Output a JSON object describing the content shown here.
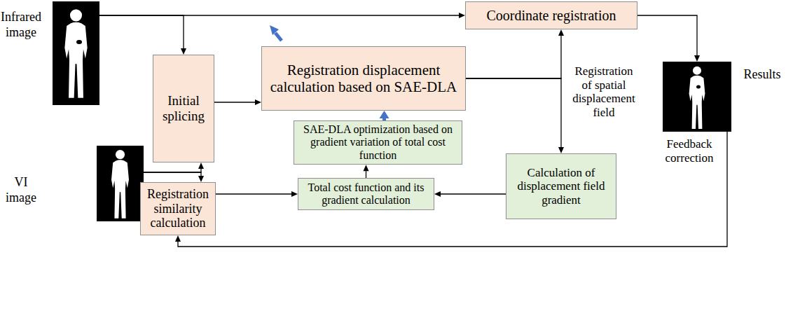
{
  "diagram": {
    "nodes": [
      {
        "text": [
          "Infrared image"
        ]
      },
      {
        "text": [
          "Coordinate registration"
        ]
      },
      {
        "text": [
          "Initial splicing"
        ]
      },
      {
        "text": [
          "Registration displacement calculation based on SAE-DLA"
        ]
      },
      {
        "text": [
          "Results"
        ]
      },
      {
        "text": [
          "SAE-DLA optimization based on gradient variation of total cost function"
        ]
      },
      {
        "text": [
          "VI image"
        ]
      },
      {
        "text": [
          "Registration similarity calculation"
        ]
      },
      {
        "text": [
          "Total cost function and its gradient calculation"
        ]
      },
      {
        "text": [
          "Calculation of displacement field gradient"
        ]
      }
    ],
    "edges": [
      {
        "from": 0,
        "to": 1,
        "arrow": "to"
      },
      {
        "from": 0,
        "to": 2,
        "arrow": "to"
      },
      {
        "from": 1,
        "to": 4,
        "arrow": "to"
      },
      {
        "from": 2,
        "to": 3,
        "arrow": "to"
      },
      {
        "from": 3,
        "to": 1,
        "arrow": "to"
      },
      {
        "from": 3,
        "to": 9,
        "arrow": "to"
      },
      {
        "from": 4,
        "to": 7,
        "arrow": "to"
      },
      {
        "from": 5,
        "to": 3,
        "arrow": "to"
      },
      {
        "from": 6,
        "to": 2,
        "arrow": "to"
      },
      {
        "from": 6,
        "to": 7,
        "arrow": "to"
      },
      {
        "from": 7,
        "to": 8,
        "arrow": "to"
      },
      {
        "from": 9,
        "to": 8,
        "arrow": "to"
      },
      {
        "from": 8,
        "to": 5,
        "arrow": "to"
      }
    ],
    "labels": [
      "Registration of spatial displacement field",
      "Feedback correction"
    ]
  }
}
